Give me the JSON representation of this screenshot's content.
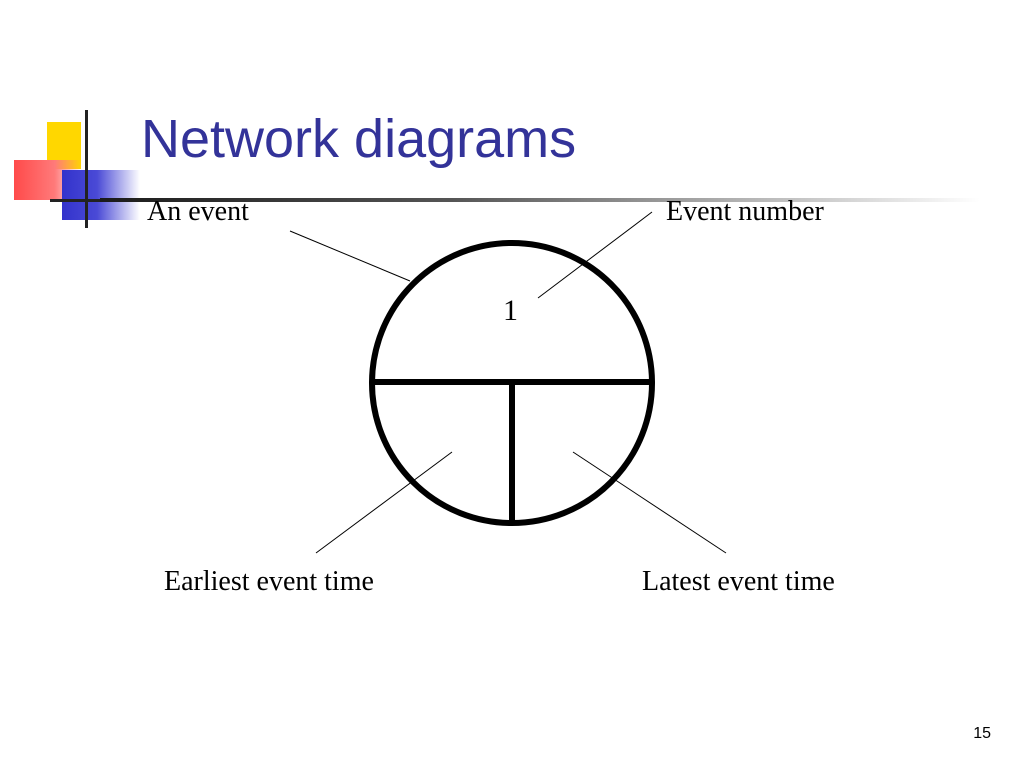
{
  "slide": {
    "title": "Network diagrams",
    "page_number": "15"
  },
  "diagram": {
    "labels": {
      "top_left": "An event",
      "top_right": "Event number",
      "bottom_left": "Earliest event time",
      "bottom_right": "Latest event time"
    },
    "event_number": "1"
  },
  "colors": {
    "title": "#333399",
    "logo_yellow": "#ffd700",
    "logo_red": "#ff4a4a",
    "logo_blue": "#3333cc"
  }
}
